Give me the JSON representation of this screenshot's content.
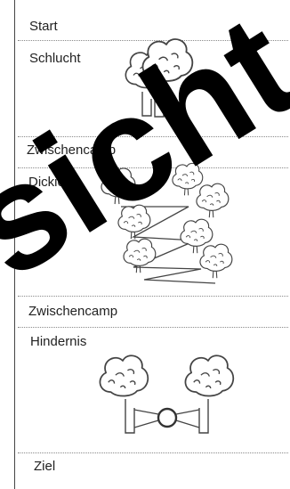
{
  "course": {
    "stations": [
      {
        "label": "Start"
      },
      {
        "label": "Schlucht"
      },
      {
        "label": "Zwischencamp"
      },
      {
        "label": "Dickicht"
      },
      {
        "label": "Zwischencamp"
      },
      {
        "label": "Hindernis"
      },
      {
        "label": "Ziel"
      }
    ]
  },
  "watermark": {
    "text": "sicht",
    "color": "#000000"
  },
  "icons": {
    "tree": "deciduous-tree-icon",
    "ring": "ring-icon"
  },
  "colors": {
    "line": "#444444",
    "text": "#222222",
    "dots": "#8a8a8a"
  }
}
